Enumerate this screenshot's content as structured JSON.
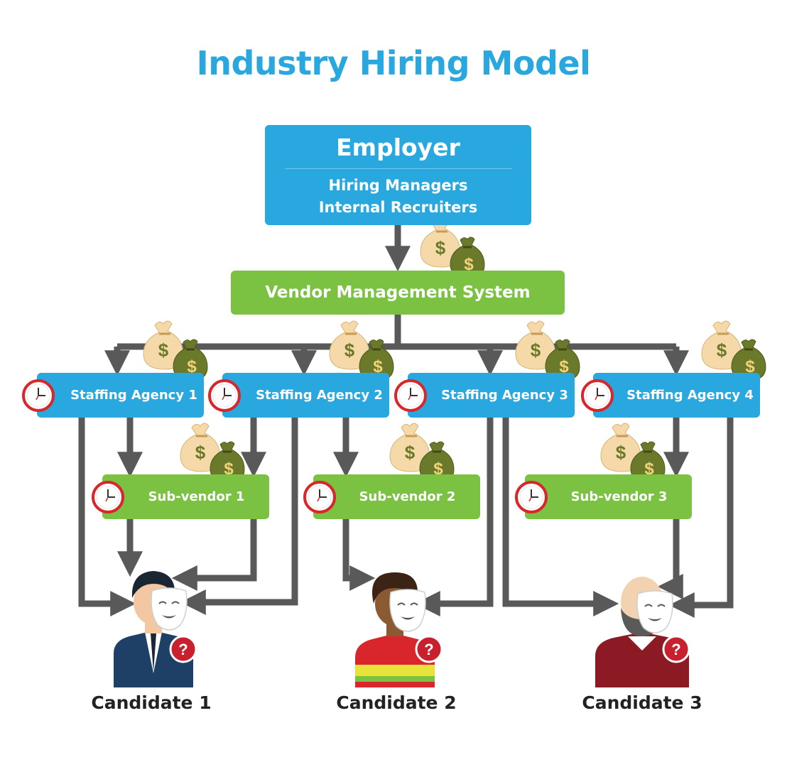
{
  "title": "Industry Hiring Model",
  "employer": {
    "heading": "Employer",
    "line1": "Hiring Managers",
    "line2": "Internal Recruiters"
  },
  "vms": {
    "label": "Vendor Management System"
  },
  "agencies": [
    {
      "label": "Staffing Agency 1"
    },
    {
      "label": "Staffing Agency 2"
    },
    {
      "label": "Staffing Agency 3"
    },
    {
      "label": "Staffing Agency 4"
    }
  ],
  "subvendors": [
    {
      "label": "Sub-vendor 1"
    },
    {
      "label": "Sub-vendor 2"
    },
    {
      "label": "Sub-vendor 3"
    }
  ],
  "candidates": [
    {
      "label": "Candidate 1"
    },
    {
      "label": "Candidate 2"
    },
    {
      "label": "Candidate 3"
    }
  ],
  "money_symbol": "$",
  "question_symbol": "?",
  "colors": {
    "title": "#29a8e0",
    "blue_box": "#29a8e0",
    "green_box": "#7bc142",
    "connector": "#595959",
    "clock_ring": "#d9262c",
    "question_badge": "#c8202f",
    "money_bag_light": "#f5d9a8",
    "money_bag_dark": "#6b7a2a"
  },
  "icons": [
    "money-bag-icon",
    "clock-icon",
    "mask-icon",
    "question-icon"
  ]
}
